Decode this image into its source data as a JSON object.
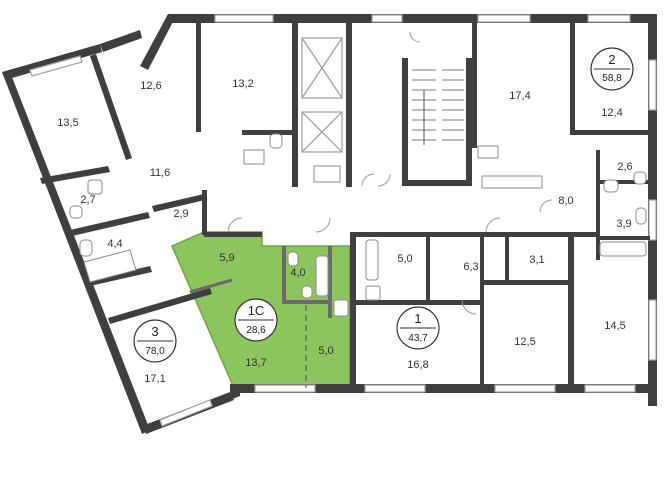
{
  "colors": {
    "highlight_fill": "#8cc45e",
    "highlight_stroke": "#6aa63f",
    "wall": "#3f3f3f",
    "background": "#ffffff"
  },
  "apartments": [
    {
      "id": "2",
      "area": "58,8"
    },
    {
      "id": "3",
      "area": "78,0"
    },
    {
      "id": "1C",
      "area": "28,6"
    },
    {
      "id": "1",
      "area": "43,7"
    }
  ],
  "rooms": [
    {
      "area": "13,5"
    },
    {
      "area": "12,6"
    },
    {
      "area": "13,2"
    },
    {
      "area": "17,4"
    },
    {
      "area": "12,4"
    },
    {
      "area": "11,6"
    },
    {
      "area": "2,7"
    },
    {
      "area": "2,9"
    },
    {
      "area": "4,4"
    },
    {
      "area": "2,6"
    },
    {
      "area": "8,0"
    },
    {
      "area": "3,9"
    },
    {
      "area": "5,9"
    },
    {
      "area": "4,0"
    },
    {
      "area": "5,0"
    },
    {
      "area": "6,3"
    },
    {
      "area": "3,1"
    },
    {
      "area": "13,7"
    },
    {
      "area": "5,0"
    },
    {
      "area": "16,8"
    },
    {
      "area": "12,5"
    },
    {
      "area": "14,5"
    },
    {
      "area": "17,1"
    }
  ]
}
